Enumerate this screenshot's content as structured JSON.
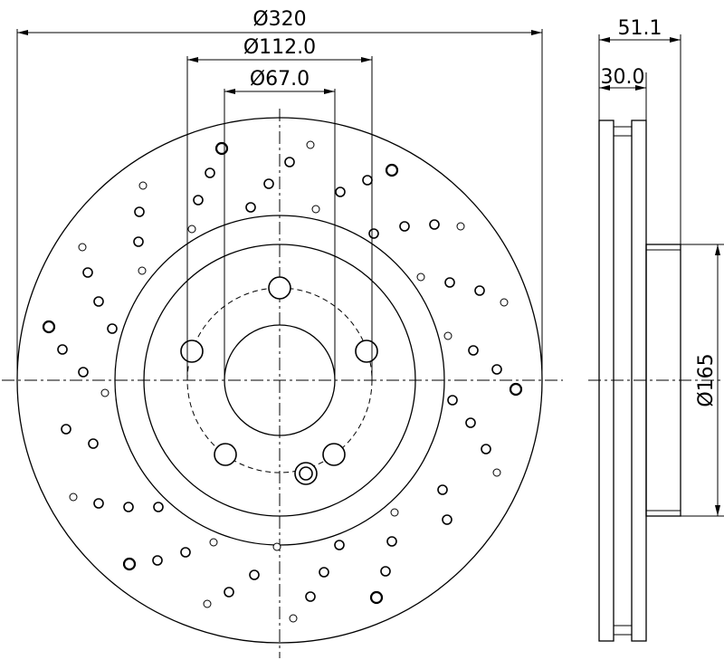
{
  "dimensions": {
    "disc_diameter": "Ø320",
    "bolt_circle": "Ø112.0",
    "center_bore": "Ø67.0",
    "overall_height": "51.1",
    "disc_thickness": "30.0",
    "hat_diameter": "Ø165"
  },
  "colors": {
    "line": "#000000",
    "background": "#ffffff"
  },
  "drill_holes": [
    {
      "r": 6,
      "k": "hole-big",
      "p": [
        245,
        164
      ]
    },
    {
      "r": 4,
      "k": "hole-small",
      "p": [
        343,
        160
      ]
    },
    {
      "r": 6,
      "k": "hole-big",
      "p": [
        433,
        188
      ]
    },
    {
      "r": 5,
      "k": "hole",
      "p": [
        320,
        179
      ]
    },
    {
      "r": 5,
      "k": "hole",
      "p": [
        232,
        191
      ]
    },
    {
      "r": 5,
      "k": "hole",
      "p": [
        297,
        203
      ]
    },
    {
      "r": 5,
      "k": "hole",
      "p": [
        406,
        199
      ]
    },
    {
      "r": 5,
      "k": "hole",
      "p": [
        376,
        212
      ]
    },
    {
      "r": 4,
      "k": "hole-small",
      "p": [
        158,
        205
      ]
    },
    {
      "r": 5,
      "k": "hole",
      "p": [
        219,
        221
      ]
    },
    {
      "r": 5,
      "k": "hole",
      "p": [
        277,
        229
      ]
    },
    {
      "r": 4,
      "k": "hole-small",
      "p": [
        349,
        231
      ]
    },
    {
      "r": 5,
      "k": "hole",
      "p": [
        154,
        234
      ]
    },
    {
      "r": 5,
      "k": "hole",
      "p": [
        447,
        250
      ]
    },
    {
      "r": 5,
      "k": "hole",
      "p": [
        480,
        248
      ]
    },
    {
      "r": 4,
      "k": "hole-small",
      "p": [
        509,
        250
      ]
    },
    {
      "r": 4,
      "k": "hole-small",
      "p": [
        212,
        253
      ]
    },
    {
      "r": 5,
      "k": "hole",
      "p": [
        413,
        258
      ]
    },
    {
      "r": 5,
      "k": "hole",
      "p": [
        153,
        267
      ]
    },
    {
      "r": 4,
      "k": "hole-small",
      "p": [
        91,
        273
      ]
    },
    {
      "r": 4,
      "k": "hole-small",
      "p": [
        157,
        299
      ]
    },
    {
      "r": 5,
      "k": "hole",
      "p": [
        97,
        301
      ]
    },
    {
      "r": 4,
      "k": "hole-small",
      "p": [
        465,
        306
      ]
    },
    {
      "r": 5,
      "k": "hole",
      "p": [
        497,
        312
      ]
    },
    {
      "r": 5,
      "k": "hole",
      "p": [
        530,
        321
      ]
    },
    {
      "r": 4,
      "k": "hole-small",
      "p": [
        557,
        334
      ]
    },
    {
      "r": 5,
      "k": "hole",
      "p": [
        109,
        333
      ]
    },
    {
      "r": 6,
      "k": "hole-big",
      "p": [
        54,
        361
      ]
    },
    {
      "r": 5,
      "k": "hole",
      "p": [
        124,
        363
      ]
    },
    {
      "r": 4,
      "k": "hole-small",
      "p": [
        495,
        371
      ]
    },
    {
      "r": 5,
      "k": "hole",
      "p": [
        69,
        386
      ]
    },
    {
      "r": 5,
      "k": "hole",
      "p": [
        523,
        387
      ]
    },
    {
      "r": 5,
      "k": "hole",
      "p": [
        92,
        411
      ]
    },
    {
      "r": 5,
      "k": "hole",
      "p": [
        549,
        408
      ]
    },
    {
      "r": 4,
      "k": "hole-small",
      "p": [
        116,
        434
      ]
    },
    {
      "r": 6,
      "k": "hole-big",
      "p": [
        570,
        430
      ]
    },
    {
      "r": 5,
      "k": "hole",
      "p": [
        500,
        442
      ]
    },
    {
      "r": 5,
      "k": "hole",
      "p": [
        520,
        467
      ]
    },
    {
      "r": 5,
      "k": "hole",
      "p": [
        73,
        474
      ]
    },
    {
      "r": 5,
      "k": "hole",
      "p": [
        103,
        490
      ]
    },
    {
      "r": 5,
      "k": "hole",
      "p": [
        537,
        496
      ]
    },
    {
      "r": 4,
      "k": "hole-small",
      "p": [
        549,
        522
      ]
    },
    {
      "r": 5,
      "k": "hole",
      "p": [
        489,
        541
      ]
    },
    {
      "r": 4,
      "k": "hole-small",
      "p": [
        81,
        549
      ]
    },
    {
      "r": 5,
      "k": "hole",
      "p": [
        109,
        556
      ]
    },
    {
      "r": 5,
      "k": "hole",
      "p": [
        142,
        560
      ]
    },
    {
      "r": 5,
      "k": "hole",
      "p": [
        175,
        560
      ]
    },
    {
      "r": 4,
      "k": "hole-small",
      "p": [
        436,
        566
      ]
    },
    {
      "r": 5,
      "k": "hole",
      "p": [
        494,
        574
      ]
    },
    {
      "r": 5,
      "k": "hole",
      "p": [
        433,
        598
      ]
    },
    {
      "r": 4,
      "k": "hole-small",
      "p": [
        236,
        599
      ]
    },
    {
      "r": 5,
      "k": "hole",
      "p": [
        375,
        602
      ]
    },
    {
      "r": 4,
      "k": "hole-small",
      "p": [
        306,
        604
      ]
    },
    {
      "r": 5,
      "k": "hole",
      "p": [
        205,
        610
      ]
    },
    {
      "r": 5,
      "k": "hole",
      "p": [
        174,
        619
      ]
    },
    {
      "r": 6,
      "k": "hole-big",
      "p": [
        143,
        623
      ]
    },
    {
      "r": 5,
      "k": "hole",
      "p": [
        358,
        632
      ]
    },
    {
      "r": 5,
      "k": "hole",
      "p": [
        426,
        631
      ]
    },
    {
      "r": 5,
      "k": "hole",
      "p": [
        281,
        635
      ]
    },
    {
      "r": 5,
      "k": "hole",
      "p": [
        253,
        654
      ]
    },
    {
      "r": 5,
      "k": "hole",
      "p": [
        343,
        659
      ]
    },
    {
      "r": 6,
      "k": "hole-big",
      "p": [
        416,
        660
      ]
    },
    {
      "r": 4,
      "k": "hole-small",
      "p": [
        229,
        667
      ]
    },
    {
      "r": 4,
      "k": "hole-small",
      "p": [
        324,
        683
      ]
    }
  ]
}
